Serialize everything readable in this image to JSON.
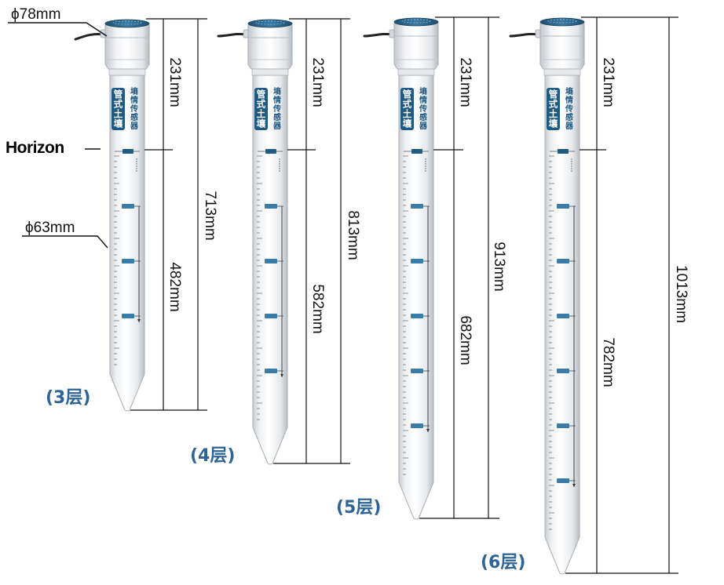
{
  "annotations": {
    "top_diameter": "ϕ78mm",
    "body_diameter": "ϕ63mm",
    "horizon": "Horizon"
  },
  "badge": {
    "main_text": [
      "管",
      "式",
      "土",
      "壤"
    ],
    "side_text": [
      "墒",
      "情",
      "传",
      "感",
      "器"
    ]
  },
  "colors": {
    "badge": "#1f5a82",
    "layer_label": "#2e6496",
    "tube": "#f2f4f6",
    "line": "#111111"
  },
  "sensors": [
    {
      "label": "(3层)",
      "head": "231mm",
      "body": "482mm",
      "total": "713mm",
      "layers": 3
    },
    {
      "label": "(4层)",
      "head": "231mm",
      "body": "582mm",
      "total": "813mm",
      "layers": 4
    },
    {
      "label": "(5层)",
      "head": "231mm",
      "body": "682mm",
      "total": "913mm",
      "layers": 5
    },
    {
      "label": "(6层)",
      "head": "231mm",
      "body": "782mm",
      "total": "1013mm",
      "layers": 6
    }
  ]
}
